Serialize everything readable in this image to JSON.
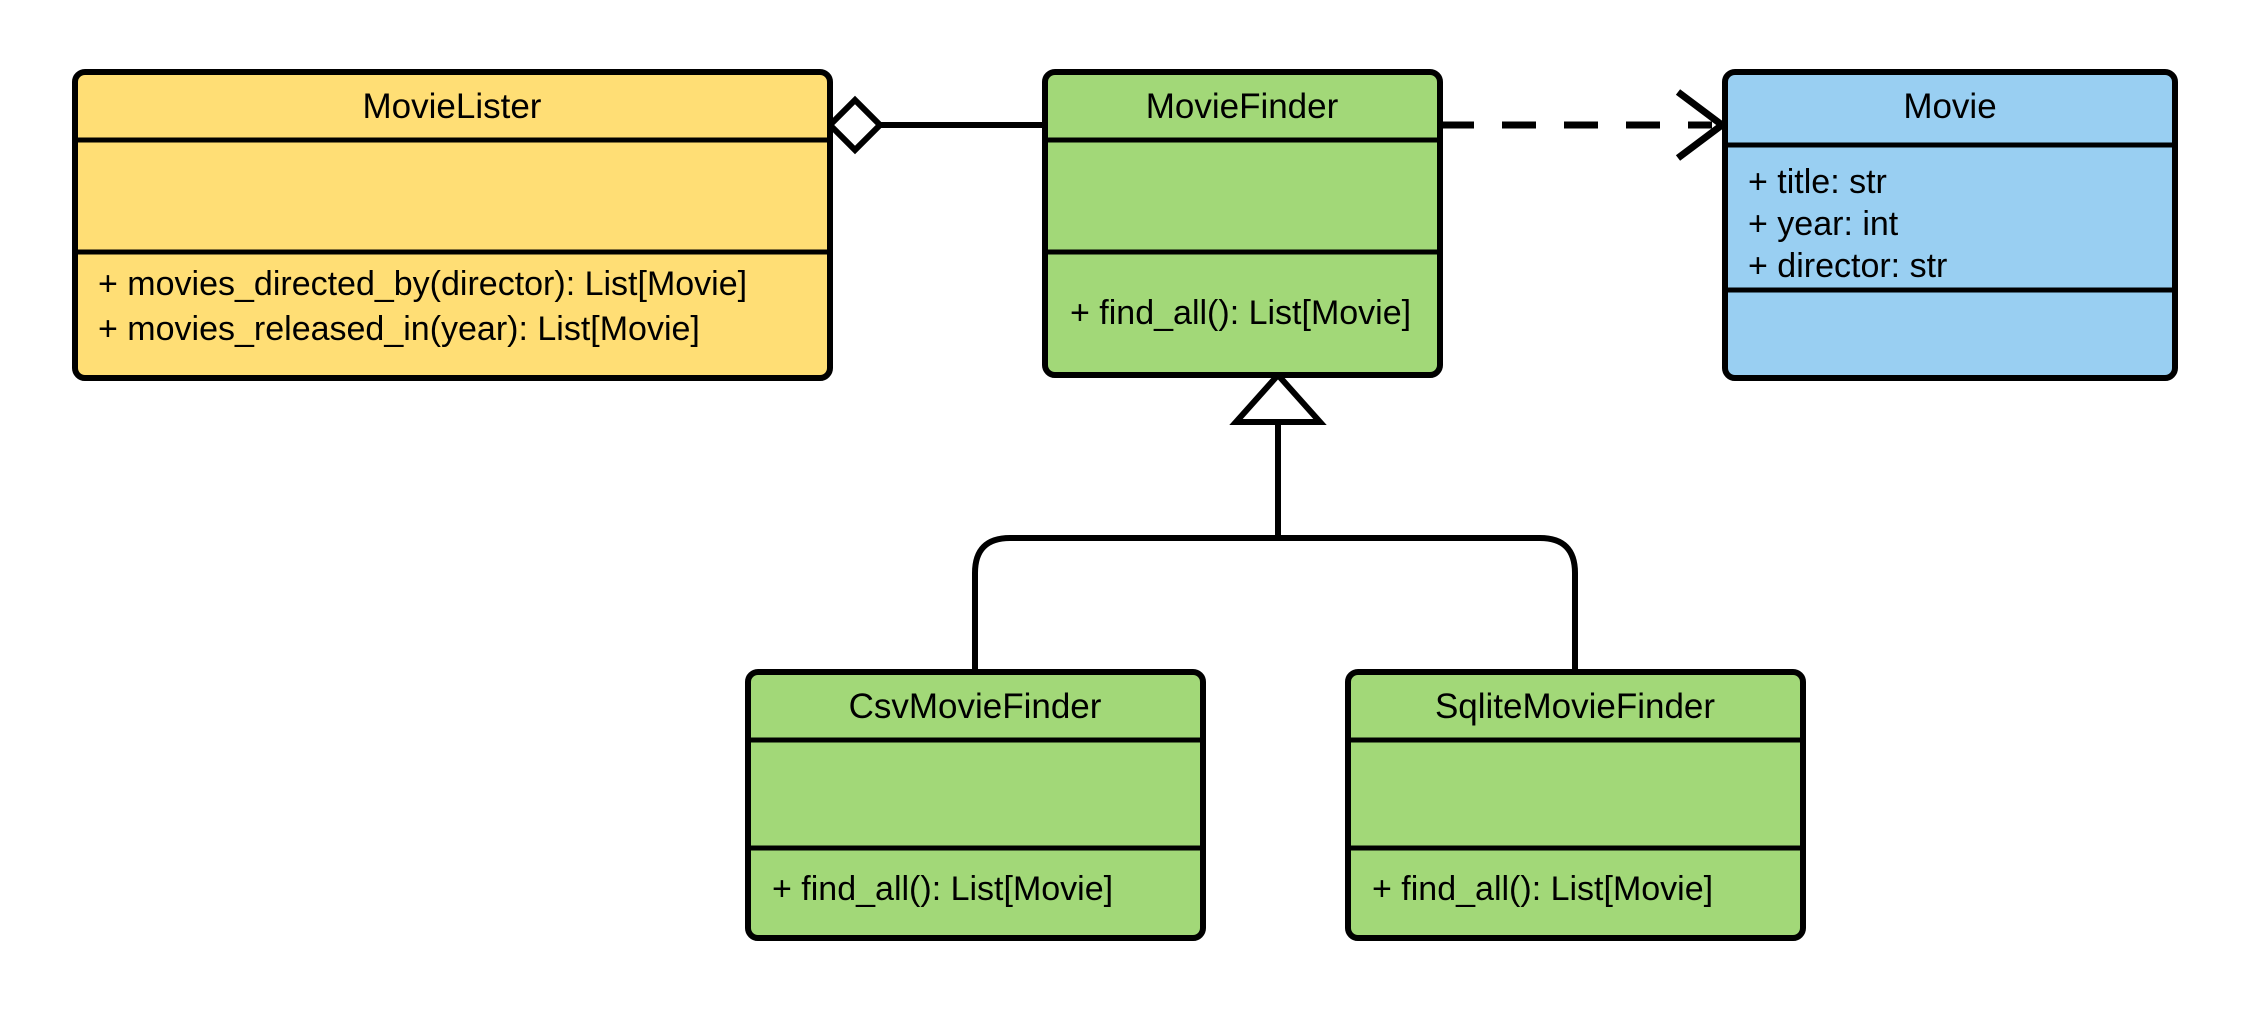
{
  "diagram": {
    "kind": "uml-class-diagram",
    "background": "#ffffff",
    "line_color": "#000000"
  },
  "palette": {
    "yellow": "#FFDE75",
    "green": "#A2D878",
    "blue": "#99CFF2",
    "white": "#FFFFFF",
    "stroke": "#000000"
  },
  "classes": {
    "movie_lister": {
      "name": "MovieLister",
      "fill": "#FFDE75",
      "attributes": [],
      "methods": [
        "+ movies_directed_by(director): List[Movie]",
        "+ movies_released_in(year): List[Movie]"
      ]
    },
    "movie_finder": {
      "name": "MovieFinder",
      "fill": "#A2D878",
      "attributes": [],
      "methods": [
        "+ find_all(): List[Movie]"
      ]
    },
    "movie": {
      "name": "Movie",
      "fill": "#99CFF2",
      "attributes": [
        "+ title: str",
        "+ year: int",
        "+ director: str"
      ],
      "methods": []
    },
    "csv_movie_finder": {
      "name": "CsvMovieFinder",
      "fill": "#A2D878",
      "attributes": [],
      "methods": [
        "+ find_all(): List[Movie]"
      ]
    },
    "sqlite_movie_finder": {
      "name": "SqliteMovieFinder",
      "fill": "#A2D878",
      "attributes": [],
      "methods": [
        "+ find_all(): List[Movie]"
      ]
    }
  },
  "relationships": [
    {
      "id": "aggregation",
      "type": "aggregation",
      "from": "MovieLister",
      "to": "MovieFinder",
      "marker": "hollow-diamond",
      "line": "solid"
    },
    {
      "id": "dependency",
      "type": "dependency",
      "from": "MovieFinder",
      "to": "Movie",
      "marker": "open-arrow",
      "line": "dashed"
    },
    {
      "id": "generalization-csv",
      "type": "generalization",
      "from": "CsvMovieFinder",
      "to": "MovieFinder",
      "marker": "hollow-triangle",
      "line": "solid"
    },
    {
      "id": "generalization-sqlite",
      "type": "generalization",
      "from": "SqliteMovieFinder",
      "to": "MovieFinder",
      "marker": "hollow-triangle",
      "line": "solid"
    }
  ]
}
